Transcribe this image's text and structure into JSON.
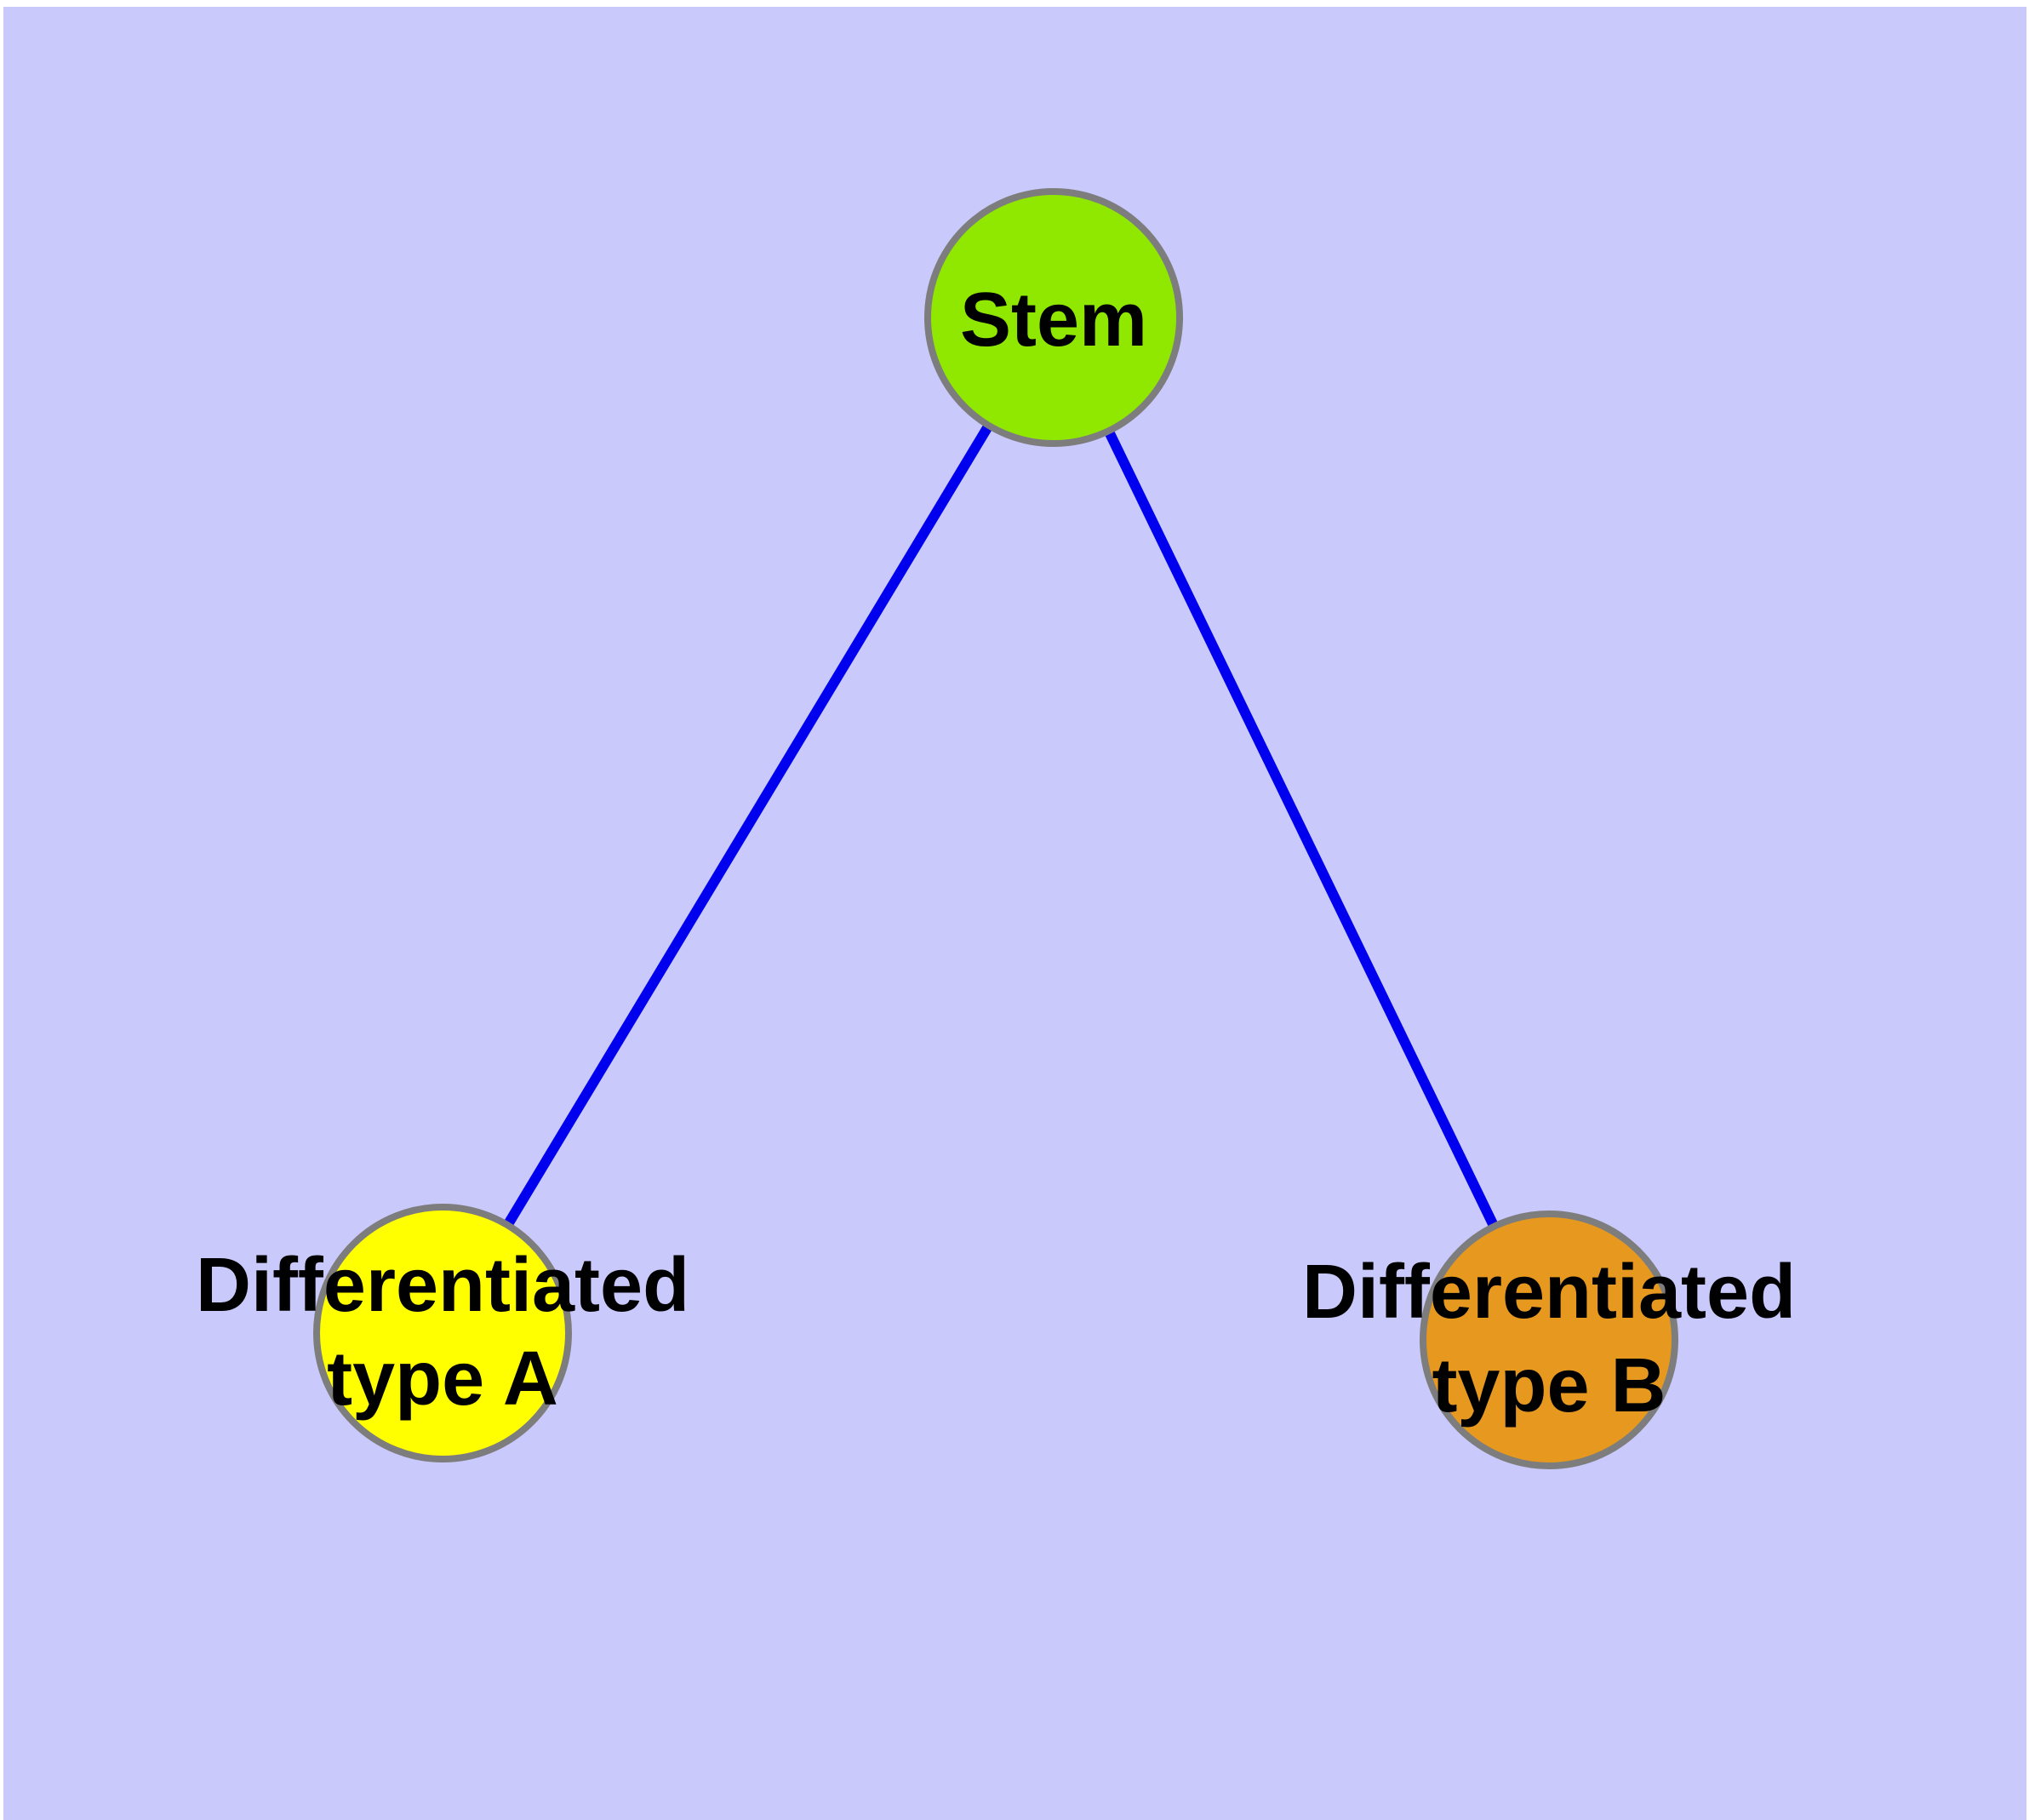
{
  "canvas": {
    "background": "#c9c9fb",
    "frame_color": "#ffffff"
  },
  "nodes": [
    {
      "id": "stem",
      "label": "Stem",
      "fill": "#90e800",
      "border_color": "#7d7d7d"
    },
    {
      "id": "differentiated-type-a",
      "label": "Differentiated\ntype A",
      "fill": "#ffff00",
      "border_color": "#7d7d7d"
    },
    {
      "id": "differentiated-type-b",
      "label": "Differentiated\ntype B",
      "fill": "#e6991e",
      "border_color": "#7d7d7d"
    }
  ],
  "edges": [
    {
      "from": "stem",
      "to": "differentiated-type-a",
      "color": "#0000ee"
    },
    {
      "from": "stem",
      "to": "differentiated-type-b",
      "color": "#0000ee"
    }
  ]
}
